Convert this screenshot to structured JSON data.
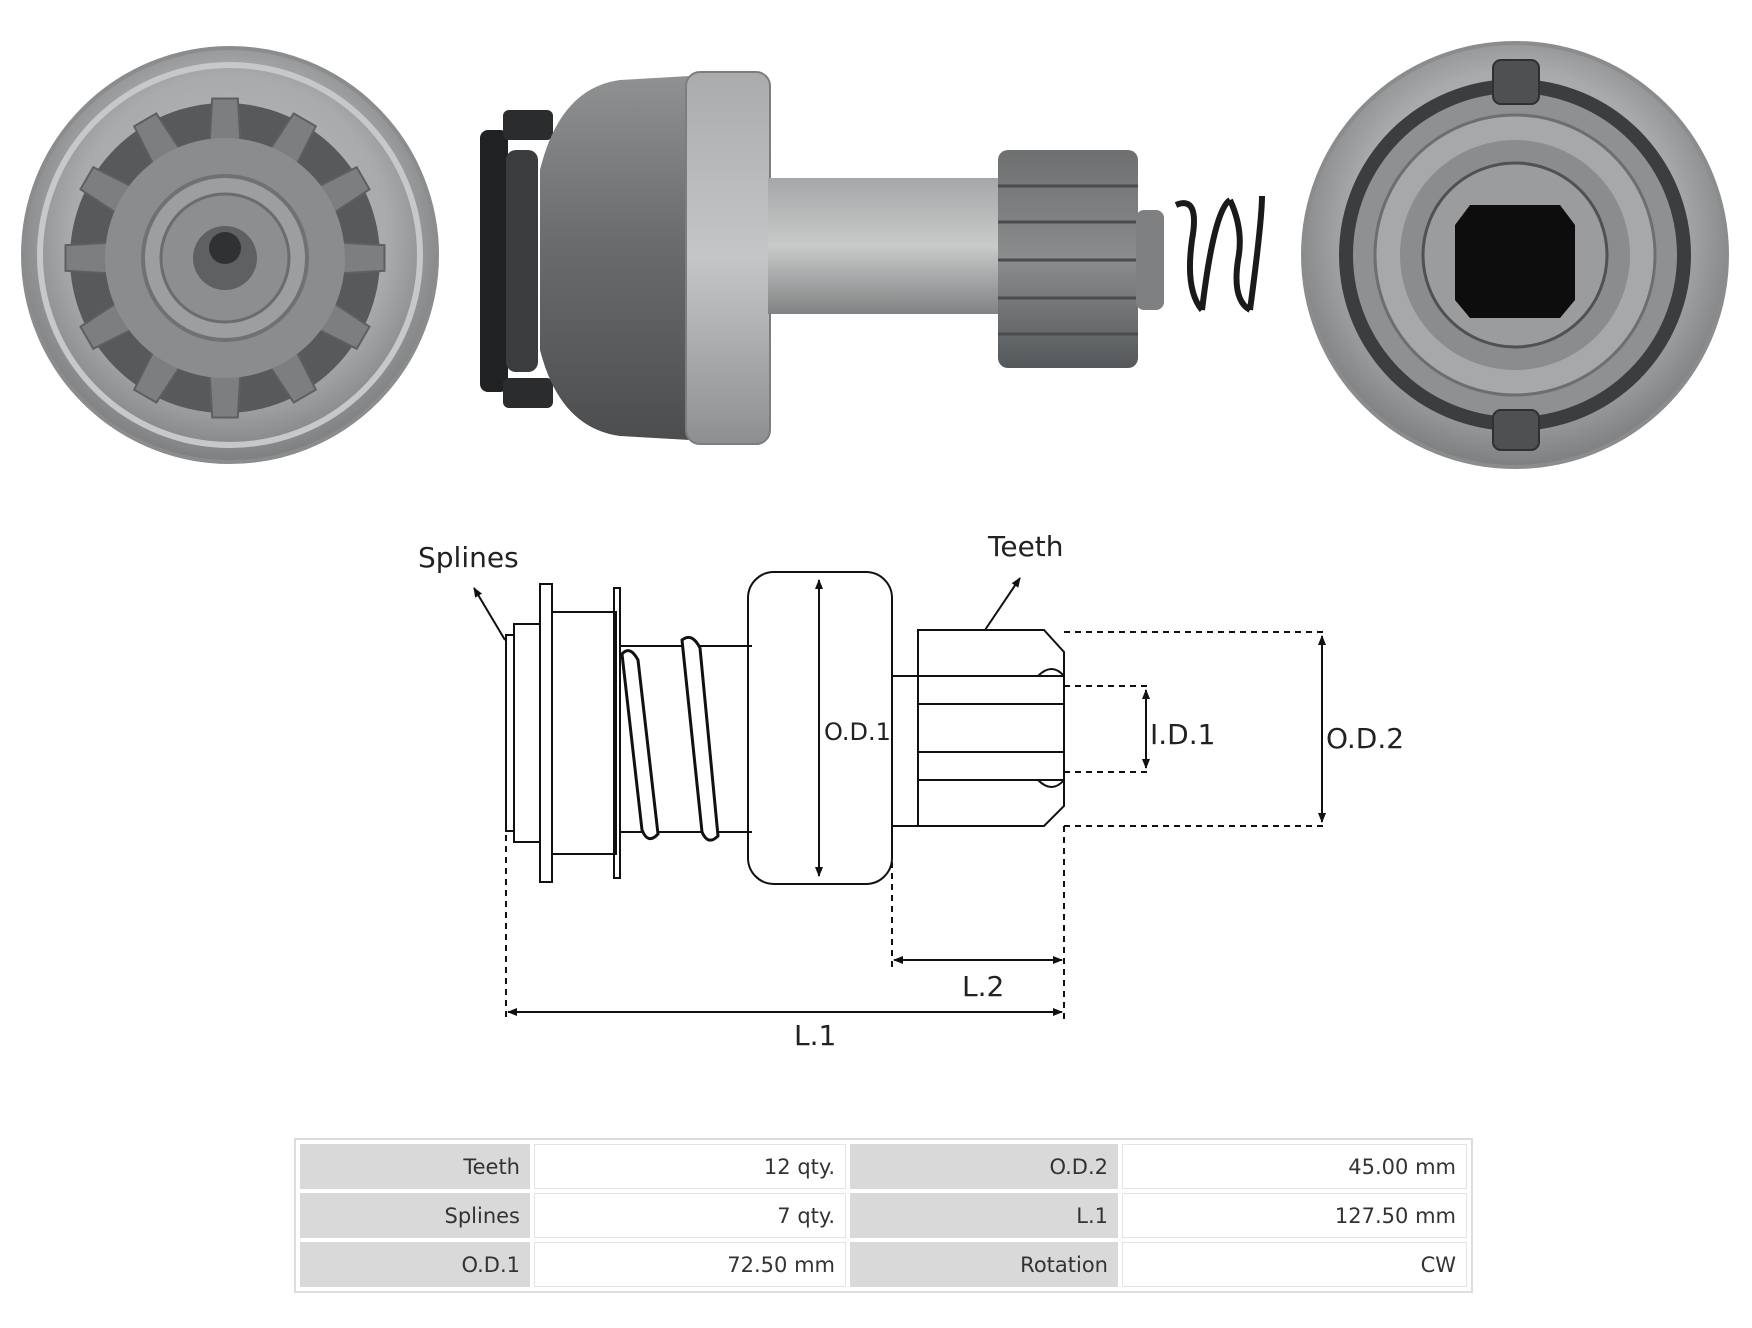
{
  "diagram": {
    "labels": {
      "splines": "Splines",
      "teeth": "Teeth",
      "od1": "O.D.1",
      "od2": "O.D.2",
      "id1": "I.D.1",
      "l1": "L.1",
      "l2": "L.2"
    }
  },
  "specs": {
    "rows": [
      {
        "k1": "Teeth",
        "v1": "12 qty.",
        "k2": "O.D.2",
        "v2": "45.00 mm"
      },
      {
        "k1": "Splines",
        "v1": "7 qty.",
        "k2": "L.1",
        "v2": "127.50 mm"
      },
      {
        "k1": "O.D.1",
        "v1": "72.50 mm",
        "k2": "Rotation",
        "v2": "CW"
      }
    ]
  }
}
